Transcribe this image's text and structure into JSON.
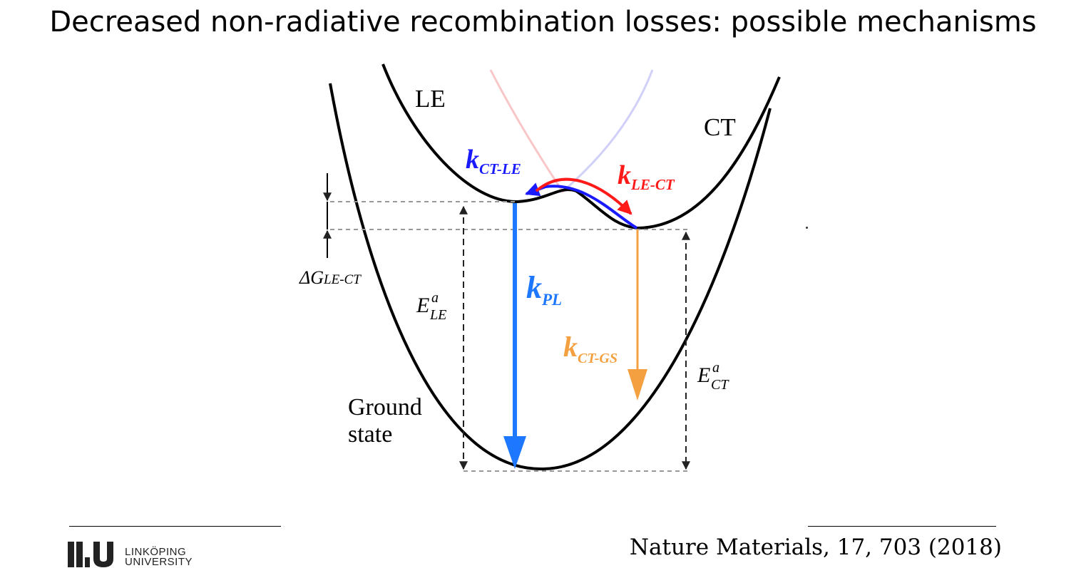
{
  "slide": {
    "title": "Decreased non-radiative recombination losses: possible mechanisms",
    "citation": "Nature Materials, 17, 703 (2018)",
    "logo_line1": "LINKÖPING",
    "logo_line2": "UNIVERSITY"
  },
  "diagram": {
    "curve_labels": {
      "le": "LE",
      "ct": "CT",
      "ground_line1": "Ground",
      "ground_line2": "state"
    },
    "rates": {
      "k_ct_le": {
        "symbol": "k",
        "subscript": "CT-LE",
        "color": "#1a1aff"
      },
      "k_le_ct": {
        "symbol": "k",
        "subscript": "LE-CT",
        "color": "#ff1a1a"
      },
      "k_pl": {
        "symbol": "k",
        "subscript": "PL",
        "color": "#1e78ff"
      },
      "k_ct_gs": {
        "symbol": "k",
        "subscript": "CT-GS",
        "color": "#f5a040"
      }
    },
    "energies": {
      "delta_g": {
        "symbol": "ΔG",
        "subscript": "LE-CT"
      },
      "e_le": {
        "symbol": "E",
        "superscript": "a",
        "subscript": "LE"
      },
      "e_ct": {
        "symbol": "E",
        "superscript": "a",
        "subscript": "CT"
      }
    }
  }
}
